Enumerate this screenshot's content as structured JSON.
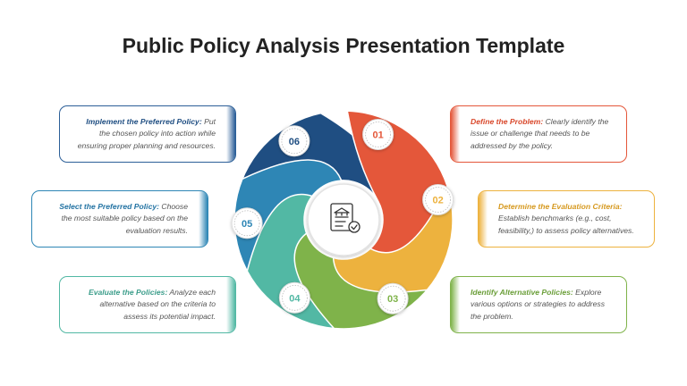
{
  "title": "Public Policy Analysis Presentation Template",
  "steps": [
    {
      "num": "01",
      "heading": "Define the Problem:",
      "body": " Clearly identify the issue or challenge that needs to be addressed by the policy.",
      "color": "#E4573A"
    },
    {
      "num": "02",
      "heading": "Determine the Evaluation Criteria:",
      "body": " Establish benchmarks (e.g., cost, feasibility,) to assess policy alternatives.",
      "color": "#EDB23E"
    },
    {
      "num": "03",
      "heading": "Identify Alternative Policies:",
      "body": " Explore various options or strategies to address the problem.",
      "color": "#7FB34A"
    },
    {
      "num": "04",
      "heading": "Evaluate the Policies:",
      "body": " Analyze each alternative based on the criteria to assess its potential impact.",
      "color": "#52B8A4"
    },
    {
      "num": "05",
      "heading": "Select the Preferred Policy:",
      "body": " Choose the most suitable policy based on the evaluation results.",
      "color": "#2E86B5"
    },
    {
      "num": "06",
      "heading": "Implement the Preferred Policy:",
      "body": " Put the chosen policy into action while ensuring proper planning and resources.",
      "color": "#1F4E82"
    }
  ],
  "center_icon": "policy-document-building-icon"
}
